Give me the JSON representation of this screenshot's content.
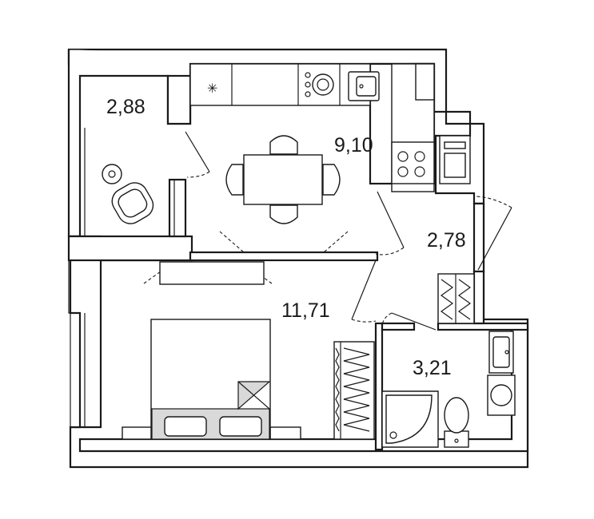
{
  "rooms": [
    {
      "id": "balcony",
      "area": "2,88"
    },
    {
      "id": "kitchen",
      "area": "9,10"
    },
    {
      "id": "hallway",
      "area": "2,78"
    },
    {
      "id": "bedroom",
      "area": "11,71"
    },
    {
      "id": "bathroom",
      "area": "3,21"
    }
  ],
  "colors": {
    "wall_fill": "#ffffff",
    "line": "#1a1a1a",
    "accent_grey": "#d9d9d9"
  }
}
